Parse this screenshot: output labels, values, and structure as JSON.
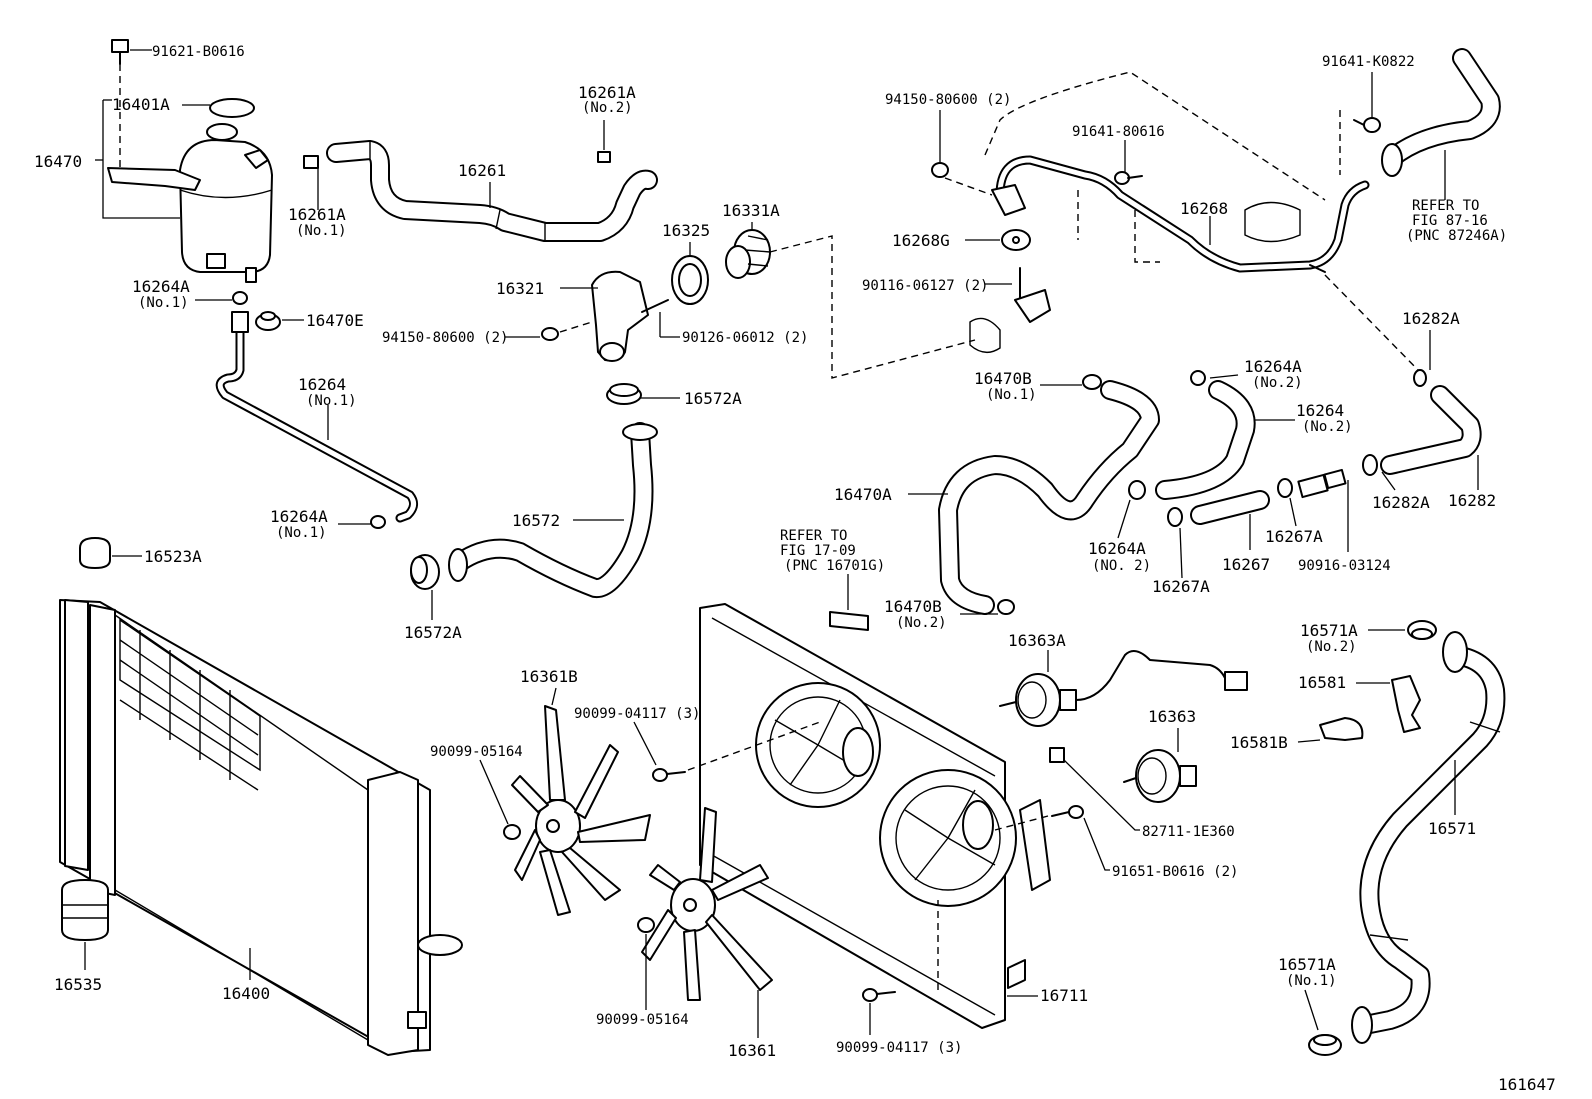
{
  "labels": {
    "p91621_B0616": "91621-B0616",
    "p16401A": "16401A",
    "p16470": "16470",
    "p16261A_2": "16261A",
    "p16261A_2_sub": "(No.2)",
    "p16261": "16261",
    "p16261A_1": "16261A",
    "p16261A_1_sub": "(No.1)",
    "p16331A": "16331A",
    "p16325": "16325",
    "p16321": "16321",
    "p94150_80600_a": "94150-80600 (2)",
    "p90126_06012": "90126-06012 (2)",
    "p16264A_top": "16264A",
    "p16264A_top_sub": "(No.1)",
    "p16470E": "16470E",
    "p16264": "16264",
    "p16264_sub": "(No.1)",
    "p16264A_low": "16264A",
    "p16264A_low_sub": "(No.1)",
    "p16572A_top": "16572A",
    "p16572": "16572",
    "p16572A_low": "16572A",
    "p16523A": "16523A",
    "p16535": "16535",
    "p16400": "16400",
    "p94150_80600_b": "94150-80600 (2)",
    "p91641_80616": "91641-80616",
    "p16268": "16268",
    "p16268G": "16268G",
    "p90116_06127": "90116-06127 (2)",
    "p91641_K0822": "91641-K0822",
    "refer_87_1": "REFER TO",
    "refer_87_2": "FIG 87-16",
    "refer_87_3": "(PNC 87246A)",
    "p16282A_top": "16282A",
    "p16282A_low": "16282A",
    "p16282": "16282",
    "p16470B_1": "16470B",
    "p16470B_1_sub": "(No.1)",
    "p16264A_2_top": "16264A",
    "p16264A_2_top_sub": "(No.2)",
    "p16264_2": "16264",
    "p16264_2_sub": "(No.2)",
    "p16470A": "16470A",
    "p16264A_2_low": "16264A",
    "p16264A_2_low_sub": "(NO. 2)",
    "p16267A_right": "16267A",
    "p16267": "16267",
    "p16267A_left": "16267A",
    "p90916_03124": "90916-03124",
    "refer_17_1": "REFER TO",
    "refer_17_2": "FIG 17-09",
    "refer_17_3": "(PNC 16701G)",
    "p16470B_2": "16470B",
    "p16470B_2_sub": "(No.2)",
    "p16363A": "16363A",
    "p16363": "16363",
    "p16361B": "16361B",
    "p90099_04117_top": "90099-04117 (3)",
    "p90099_05164_top": "90099-05164",
    "p82711_1E360": "82711-1E360",
    "p91651_B0616": "91651-B0616 (2)",
    "p16571A_2": "16571A",
    "p16571A_2_sub": "(No.2)",
    "p16581": "16581",
    "p16581B": "16581B",
    "p16571": "16571",
    "p16571A_1": "16571A",
    "p16571A_1_sub": "(No.1)",
    "p90099_05164_low": "90099-05164",
    "p16361": "16361",
    "p90099_04117_low": "90099-04117 (3)",
    "p16711": "16711",
    "fig_number": "161647"
  }
}
